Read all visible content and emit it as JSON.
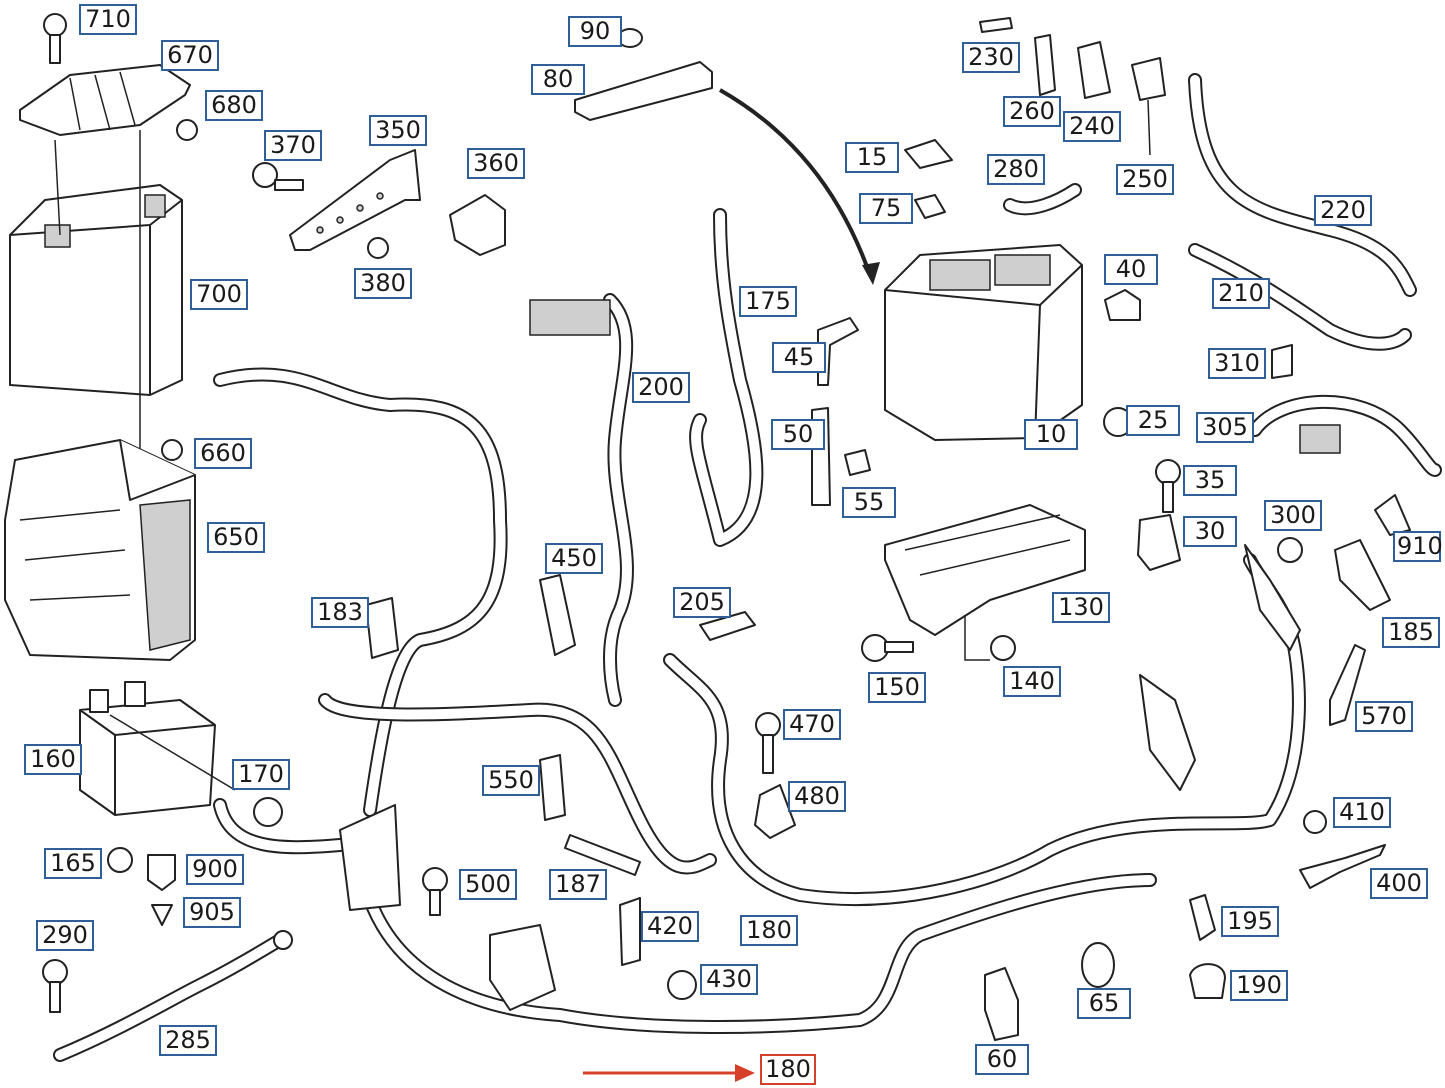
{
  "diagram": {
    "labels": [
      {
        "id": "l710",
        "text": "710"
      },
      {
        "id": "l670",
        "text": "670"
      },
      {
        "id": "l680",
        "text": "680"
      },
      {
        "id": "l370",
        "text": "370"
      },
      {
        "id": "l350",
        "text": "350"
      },
      {
        "id": "l360",
        "text": "360"
      },
      {
        "id": "l380",
        "text": "380"
      },
      {
        "id": "l700",
        "text": "700"
      },
      {
        "id": "l90",
        "text": "90"
      },
      {
        "id": "l80",
        "text": "80"
      },
      {
        "id": "l230",
        "text": "230"
      },
      {
        "id": "l260",
        "text": "260"
      },
      {
        "id": "l240",
        "text": "240"
      },
      {
        "id": "l250",
        "text": "250"
      },
      {
        "id": "l220",
        "text": "220"
      },
      {
        "id": "l15",
        "text": "15"
      },
      {
        "id": "l75",
        "text": "75"
      },
      {
        "id": "l280",
        "text": "280"
      },
      {
        "id": "l40",
        "text": "40"
      },
      {
        "id": "l210",
        "text": "210"
      },
      {
        "id": "l175",
        "text": "175"
      },
      {
        "id": "l45",
        "text": "45"
      },
      {
        "id": "l200",
        "text": "200"
      },
      {
        "id": "l310",
        "text": "310"
      },
      {
        "id": "l660",
        "text": "660"
      },
      {
        "id": "l25",
        "text": "25"
      },
      {
        "id": "l305",
        "text": "305"
      },
      {
        "id": "l10",
        "text": "10"
      },
      {
        "id": "l50",
        "text": "50"
      },
      {
        "id": "l650",
        "text": "650"
      },
      {
        "id": "l55",
        "text": "55"
      },
      {
        "id": "l35",
        "text": "35"
      },
      {
        "id": "l30",
        "text": "30"
      },
      {
        "id": "l300",
        "text": "300"
      },
      {
        "id": "l910",
        "text": "910"
      },
      {
        "id": "l450",
        "text": "450"
      },
      {
        "id": "l205",
        "text": "205"
      },
      {
        "id": "l183",
        "text": "183"
      },
      {
        "id": "l130",
        "text": "130"
      },
      {
        "id": "l185",
        "text": "185"
      },
      {
        "id": "l150",
        "text": "150"
      },
      {
        "id": "l140",
        "text": "140"
      },
      {
        "id": "l570",
        "text": "570"
      },
      {
        "id": "l470",
        "text": "470"
      },
      {
        "id": "l160",
        "text": "160"
      },
      {
        "id": "l170",
        "text": "170"
      },
      {
        "id": "l550",
        "text": "550"
      },
      {
        "id": "l480",
        "text": "480"
      },
      {
        "id": "l410",
        "text": "410"
      },
      {
        "id": "l165",
        "text": "165"
      },
      {
        "id": "l900",
        "text": "900"
      },
      {
        "id": "l500",
        "text": "500"
      },
      {
        "id": "l187",
        "text": "187"
      },
      {
        "id": "l400",
        "text": "400"
      },
      {
        "id": "l905",
        "text": "905"
      },
      {
        "id": "l420",
        "text": "420"
      },
      {
        "id": "l180a",
        "text": "180"
      },
      {
        "id": "l195",
        "text": "195"
      },
      {
        "id": "l290",
        "text": "290"
      },
      {
        "id": "l430",
        "text": "430"
      },
      {
        "id": "l190",
        "text": "190"
      },
      {
        "id": "l65",
        "text": "65"
      },
      {
        "id": "l285",
        "text": "285"
      },
      {
        "id": "l60",
        "text": "60"
      },
      {
        "id": "l180b",
        "text": "180",
        "highlight": true
      }
    ],
    "colors": {
      "label_border": "#2e5f99",
      "highlight_border": "#d6402a",
      "arrow": "#d6402a",
      "line": "#222222"
    }
  }
}
